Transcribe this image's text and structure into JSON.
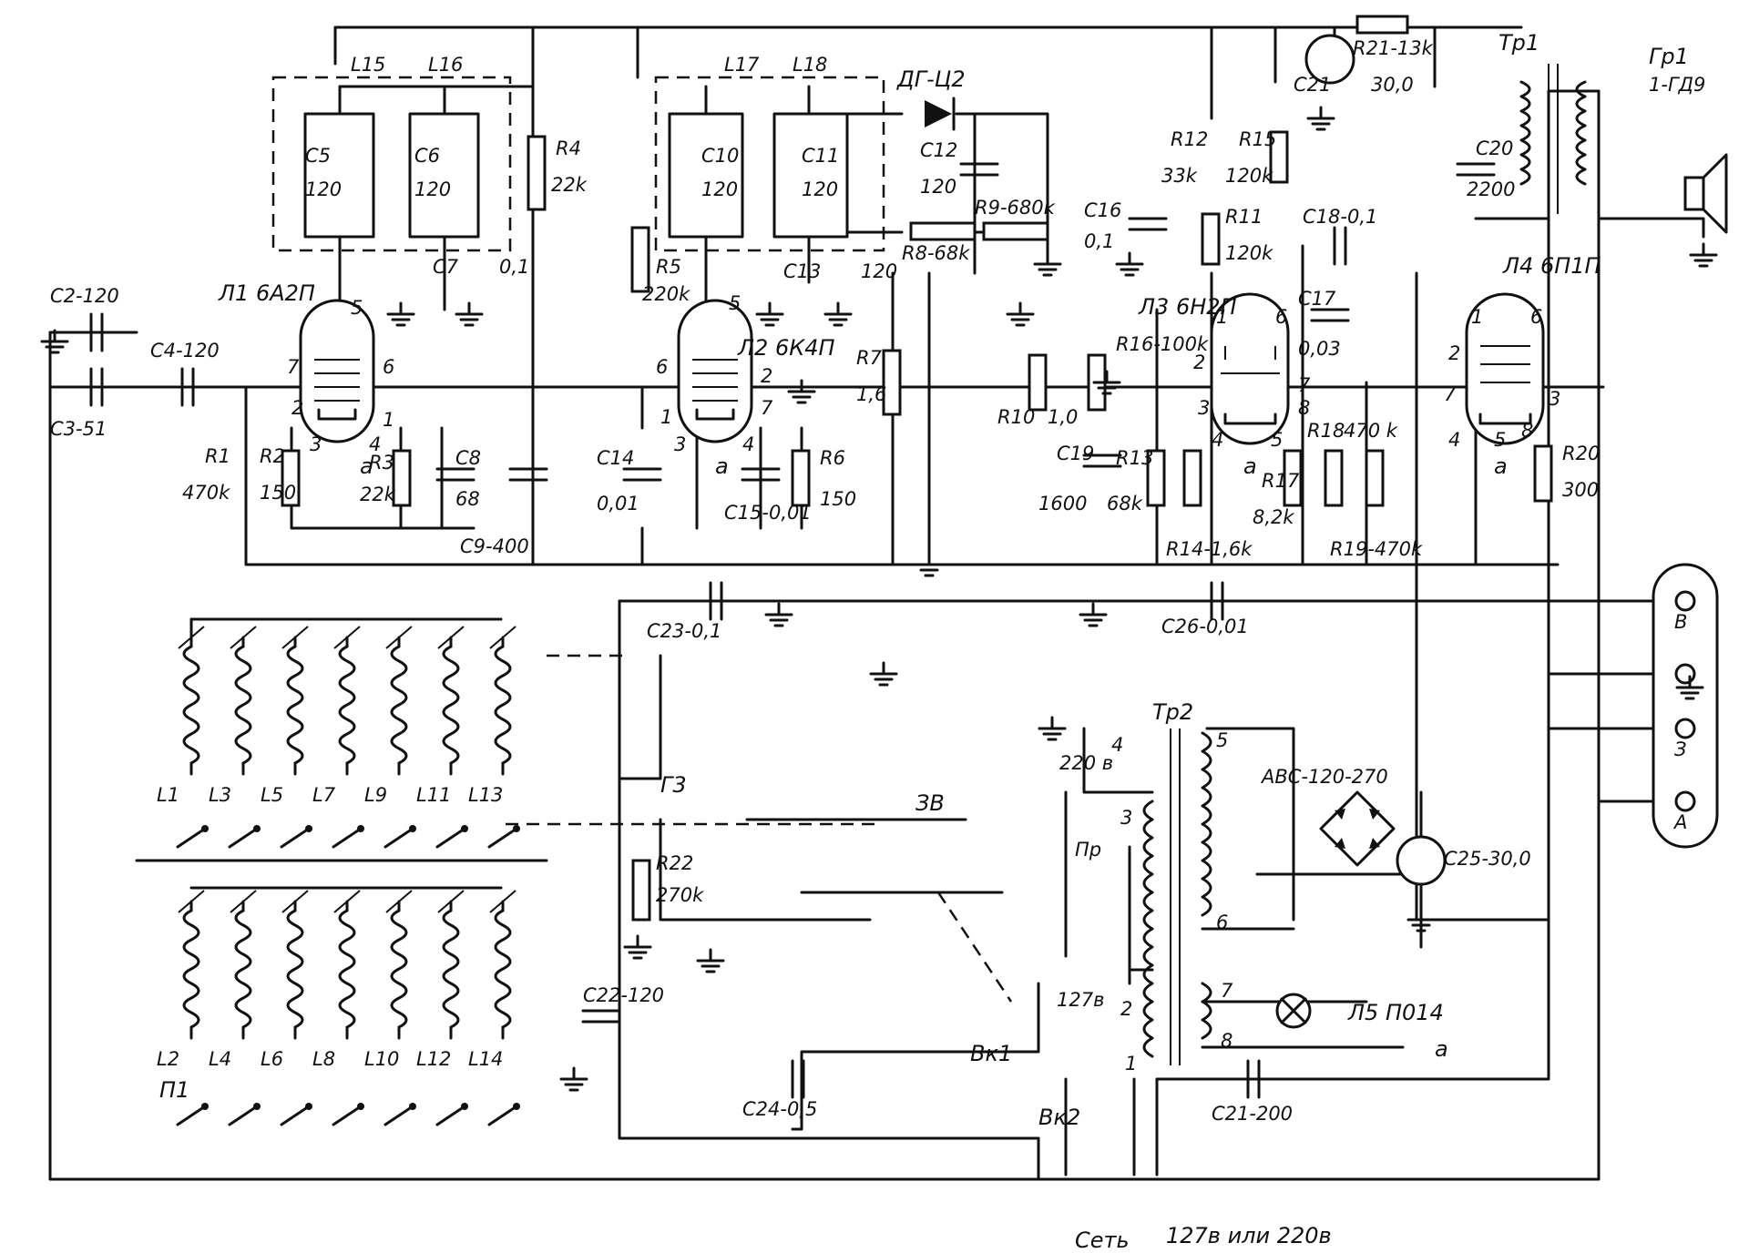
{
  "components": {
    "L1": "Л1 6А2П",
    "L2": "Л2 6К4П",
    "L3": "Л3 6Н2П",
    "L4": "Л4 6П1П",
    "L5": "Л5 П014",
    "diode": "ДГ-Ц2",
    "R1": "R1",
    "R1v": "470k",
    "R2": "R2",
    "R2v": "150",
    "R3": "R3",
    "R3v": "22k",
    "R4": "R4",
    "R4v": "22k",
    "R5": "R5",
    "R5v": "220k",
    "R6": "R6",
    "R6v": "150",
    "R7": "R7",
    "R7v": "1,6",
    "R8": "R8-68k",
    "R9": "R9-680k",
    "R10": "R10",
    "R10v": "1,0",
    "R11": "R11",
    "R11v": "120k",
    "R12": "R12",
    "R12v": "33k",
    "R13": "R13",
    "R13v": "68k",
    "R14": "R14-1,6k",
    "R15": "R15",
    "R15v": "120k",
    "R16": "R16-100k",
    "R17": "R17",
    "R17v": "8,2k",
    "R18": "R18",
    "R18v": "470 k",
    "R19": "R19-470k",
    "R20": "R20",
    "R20v": "300",
    "R21": "R21-13k",
    "R22": "R22",
    "R22v": "270k",
    "C2": "C2-120",
    "C3": "C3-51",
    "C4": "C4-120",
    "C5": "C5",
    "C5v": "120",
    "C6": "C6",
    "C6v": "120",
    "C7": "C7",
    "C7v": "0,1",
    "C8": "C8",
    "C8v": "68",
    "C9": "C9-400",
    "C10": "C10",
    "C10v": "120",
    "C11": "C11",
    "C11v": "120",
    "C12": "C12",
    "C12v": "120",
    "C13": "C13",
    "C13v": "120",
    "C14": "C14",
    "C14v": "0,01",
    "C15": "C15-0,01",
    "C16": "C16",
    "C16v": "0,1",
    "C17": "C17",
    "C17v": "0,03",
    "C18": "C18-0,1",
    "C19": "C19",
    "C19v": "1600",
    "C20": "C20",
    "C20v": "2200",
    "C21a": "C21",
    "C21av": "30,0",
    "C21b": "C21-200",
    "C22": "C22-120",
    "C23": "C23-0,1",
    "C24": "C24-0,5",
    "C25": "C25-30,0",
    "C26": "C26-0,01",
    "L15": "L15",
    "L16": "L16",
    "L17": "L17",
    "L18": "L18",
    "Tp1": "Tp1",
    "Tp2": "Tp2",
    "Gr1": "Гр1",
    "Gr1v": "1-ГД9",
    "AVS": "АВС-120-270",
    "Pr": "Пр",
    "G3": "Г3",
    "ZV": "ЗВ",
    "Vk1": "Вк1",
    "Vk2": "Вк2",
    "P1": "П1",
    "a": "a"
  },
  "coils_top": [
    "L1",
    "L3",
    "L5",
    "L7",
    "L9",
    "L11",
    "L13"
  ],
  "coils_bottom": [
    "L2",
    "L4",
    "L6",
    "L8",
    "L10",
    "L12",
    "L14"
  ],
  "pins": {
    "p5": "5",
    "p6": "6",
    "p7": "7",
    "p2": "2",
    "p3": "3",
    "p1": "1",
    "p4": "4",
    "p8": "8"
  },
  "connector": {
    "B": "В",
    "Z": "З",
    "A": "А"
  },
  "transformer": {
    "t220": "220 в",
    "t127": "127в",
    "n1": "1",
    "n2": "2",
    "n3": "3",
    "n4": "4",
    "n5": "5",
    "n6": "6",
    "n7": "7",
    "n8": "8"
  },
  "mains": {
    "set": "Сеть",
    "volt": "127в или 220в"
  }
}
